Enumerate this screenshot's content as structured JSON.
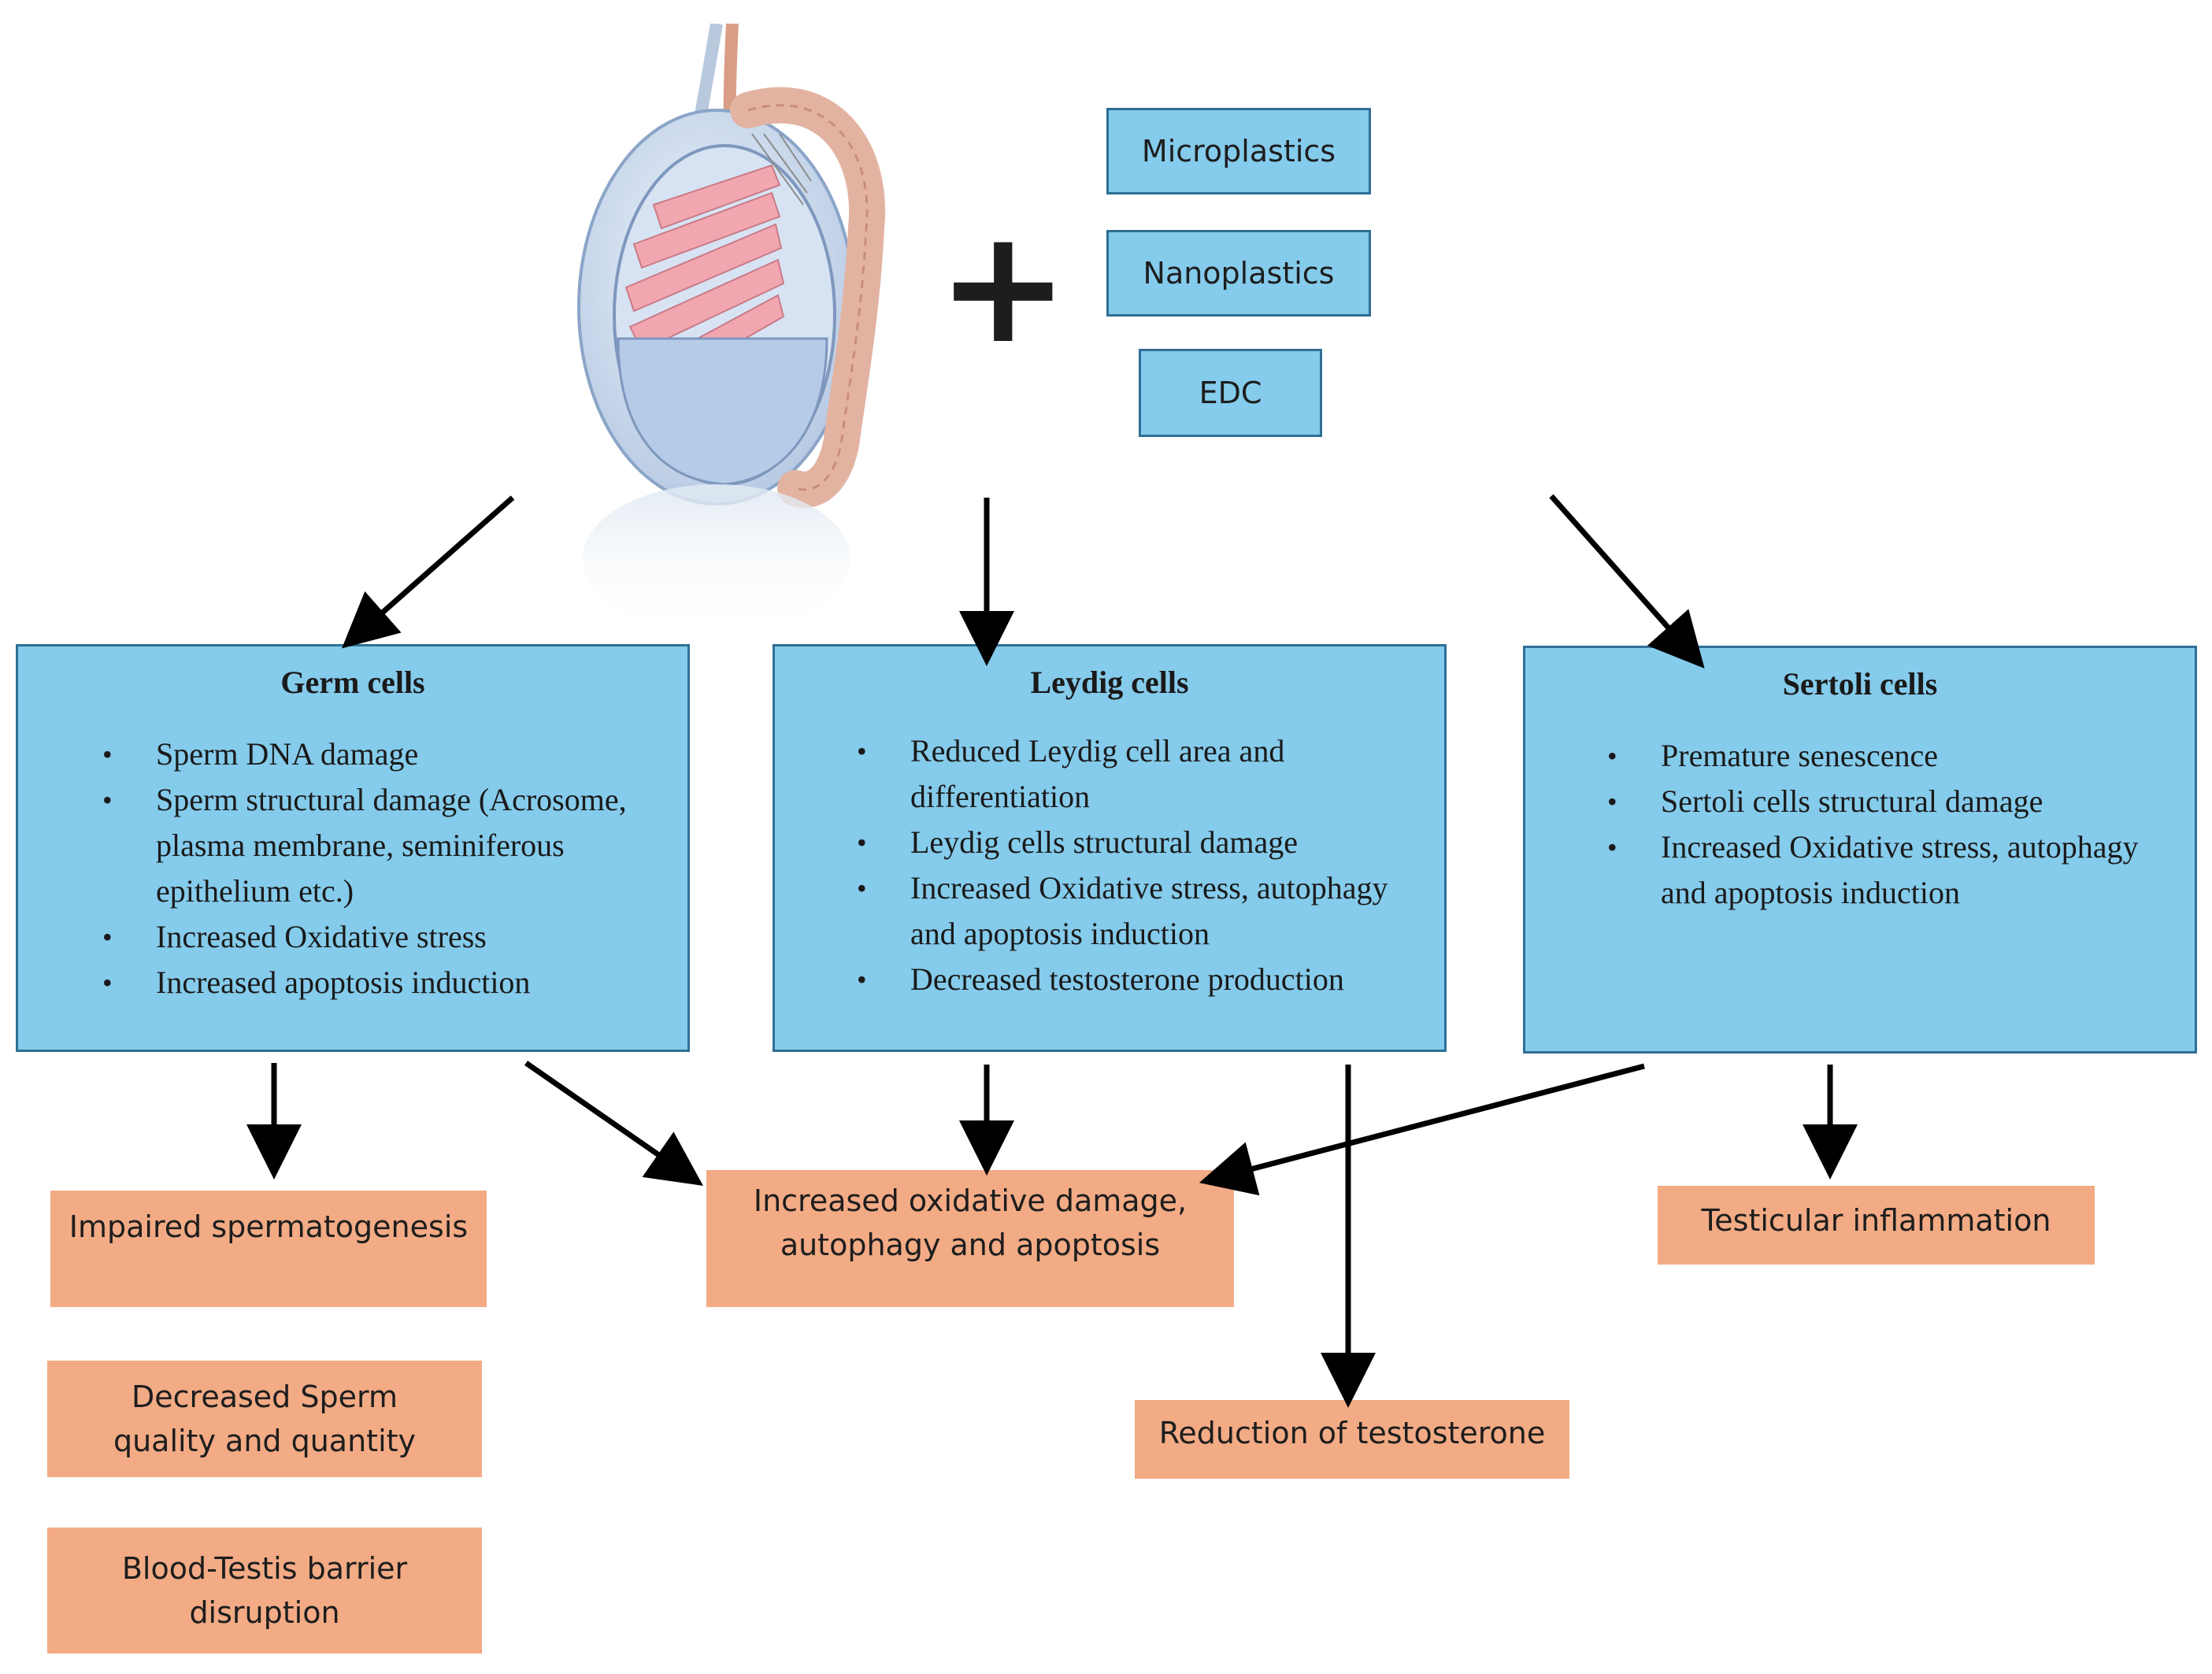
{
  "inputs": {
    "plus_symbol": "+",
    "microplastics": "Microplastics",
    "nanoplastics": "Nanoplastics",
    "edc": "EDC"
  },
  "cells": {
    "germ": {
      "title": "Germ cells",
      "items": [
        "Sperm DNA damage",
        "Sperm structural damage (Acrosome, plasma membrane, seminiferous epithelium etc.)",
        "Increased Oxidative stress",
        "Increased apoptosis induction"
      ]
    },
    "leydig": {
      "title": "Leydig cells",
      "items": [
        "Reduced Leydig cell area and differentiation",
        "Leydig cells structural damage",
        "Increased Oxidative stress, autophagy and apoptosis induction",
        "Decreased testosterone production"
      ]
    },
    "sertoli": {
      "title": "Sertoli cells",
      "items": [
        "Premature senescence",
        "Sertoli cells structural damage",
        "Increased Oxidative stress, autophagy and apoptosis induction"
      ]
    }
  },
  "outcomes": {
    "impaired_spermatogenesis": "Impaired spermatogenesis",
    "decreased_sperm": "Decreased  Sperm quality and quantity",
    "btb_disruption": "Blood-Testis barrier disruption",
    "oxidative_damage": "Increased oxidative damage, autophagy and apoptosis",
    "reduction_testosterone": "Reduction of testosterone",
    "testicular_inflammation": "Testicular inflammation"
  },
  "colors": {
    "cell_box": "#85cbeb",
    "outcome_box": "#f2ab85",
    "arrow": "#000000"
  }
}
